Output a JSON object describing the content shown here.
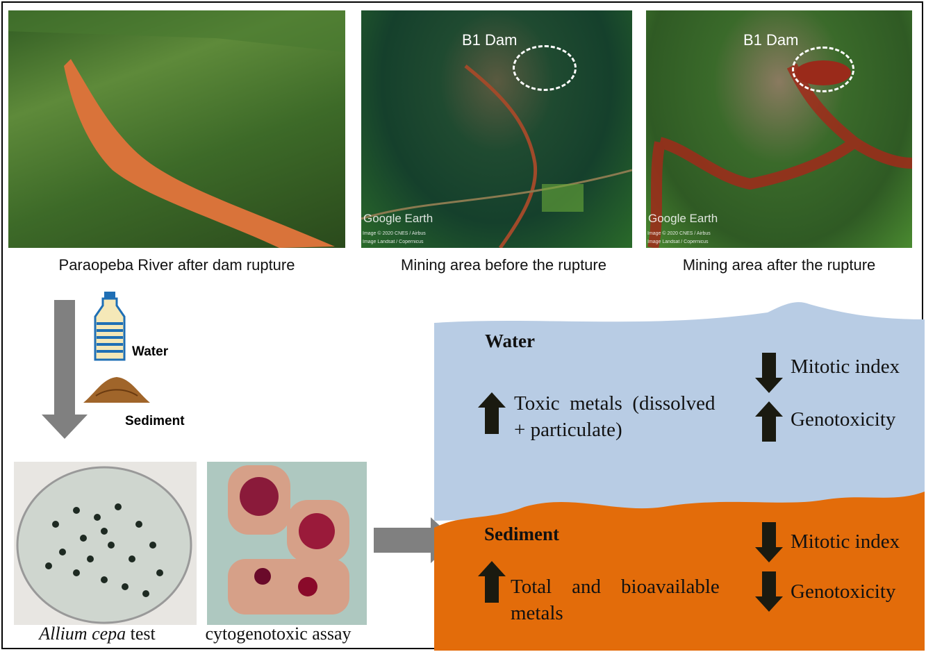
{
  "photos": {
    "river": {
      "caption": "Paraopeba River after dam rupture"
    },
    "before": {
      "caption": "Mining area before the rupture",
      "dam_label": "B1 Dam",
      "watermark": "Google Earth",
      "credit1": "Image © 2020 CNES / Airbus",
      "credit2": "Image Landsat / Copernicus"
    },
    "after": {
      "caption": "Mining area after the rupture",
      "dam_label": "B1 Dam",
      "watermark": "Google Earth",
      "credit1": "Image © 2020 CNES / Airbus",
      "credit2": "Image Landsat / Copernicus"
    }
  },
  "samples": {
    "water": "Water",
    "sediment": "Sediment"
  },
  "assay": {
    "allium_italic": "Allium cepa",
    "allium_rest": " test",
    "cyto": "cytogenotoxic assay"
  },
  "results": {
    "water": {
      "title": "Water",
      "metals_line1": "Toxic  metals  (dissolved",
      "metals_line2": "+ particulate)",
      "mitotic": "Mitotic index",
      "geno": "Genotoxicity"
    },
    "sediment": {
      "title": "Sediment",
      "metals_line1": "Total    and    bioavailable",
      "metals_line2": "metals",
      "mitotic": "Mitotic index",
      "geno": "Genotoxicity"
    }
  },
  "colors": {
    "water": "#b8cce4",
    "sediment": "#e36c0a",
    "arrow": "#808080"
  }
}
